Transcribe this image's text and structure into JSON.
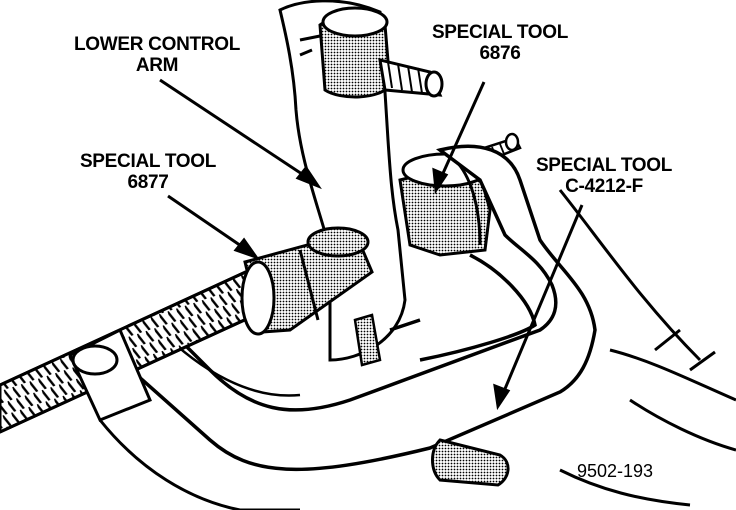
{
  "labels": {
    "lower_control_arm": [
      "LOWER CONTROL",
      "ARM"
    ],
    "tool_6876": [
      "SPECIAL TOOL",
      "6876"
    ],
    "tool_6877": [
      "SPECIAL TOOL",
      "6877"
    ],
    "tool_c4212f": [
      "SPECIAL TOOL",
      "C-4212-F"
    ]
  },
  "figure_id": "9502-193"
}
